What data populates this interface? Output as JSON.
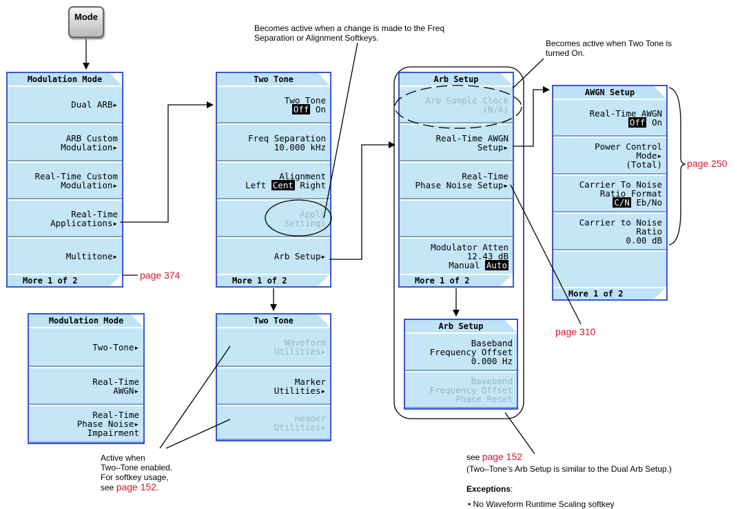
{
  "mode_button": {
    "label": "Mode"
  },
  "panels": {
    "modulation_mode": {
      "title": "Modulation Mode",
      "keys": [
        {
          "lines": [
            "Dual ARB▸"
          ]
        },
        {
          "lines": [
            "ARB Custom",
            "Modulation▸"
          ]
        },
        {
          "lines": [
            "Real-Time Custom",
            "Modulation▸"
          ]
        },
        {
          "lines": [
            "Real-Time",
            "Applications▸"
          ]
        },
        {
          "lines": [
            "Multitone▸"
          ]
        }
      ],
      "footer": "More 1 of 2"
    },
    "modulation_mode_2": {
      "title": "Modulation Mode",
      "keys": [
        {
          "lines": [
            "Two-Tone▸"
          ]
        },
        {
          "lines": [
            "Real-Time",
            "AWGN▸"
          ]
        },
        {
          "lines": [
            "Real-Time",
            "Phase Noise▸",
            "Impairment"
          ]
        }
      ]
    },
    "two_tone": {
      "title": "Two Tone",
      "keys": {
        "two_tone": {
          "line1": "Two Tone",
          "off": "Off",
          "on": "On"
        },
        "freq_sep": {
          "line1": "Freq Separation",
          "line2": "10.000 kHz"
        },
        "alignment": {
          "line1": "Alignment",
          "left": "Left",
          "cent": "Cent",
          "right": "Right"
        },
        "apply": {
          "line1": "Apply",
          "line2": "Settings"
        },
        "arb_setup": {
          "line1": "Arb Setup▸"
        }
      },
      "footer": "More 1 of 2"
    },
    "two_tone_2": {
      "title": "Two Tone",
      "keys": [
        {
          "lines": [
            "Waveform",
            "Utilities▸"
          ],
          "dim": true
        },
        {
          "lines": [
            "Marker",
            "Utilities▸"
          ],
          "dim": false
        },
        {
          "lines": [
            "Header",
            "Utilities▸"
          ],
          "dim": true
        }
      ]
    },
    "arb_setup": {
      "title": "Arb Setup",
      "keys": {
        "sample_clock": {
          "line1": "Arb Sample Clock",
          "line2": "(N/A)"
        },
        "awgn_setup": {
          "line1": "Real-Time AWGN",
          "line2": "Setup▸"
        },
        "phase_noise": {
          "line1": "Real-Time",
          "line2": "Phase Noise Setup▸"
        },
        "atten": {
          "line1": "Modulator Atten",
          "line2": "12.43 dB",
          "manual": "Manual",
          "auto": "Auto"
        }
      },
      "footer": "More 1 of 2"
    },
    "arb_setup_2": {
      "title": "Arb Setup",
      "keys": [
        {
          "lines": [
            "Baseband",
            "Frequency Offset",
            "0.000 Hz"
          ],
          "dim": false
        },
        {
          "lines": [
            "Baseband",
            "Frequency Offset",
            "Phase Reset"
          ],
          "dim": true
        }
      ]
    },
    "awgn_setup": {
      "title": "AWGN Setup",
      "keys": {
        "rt_awgn": {
          "line1": "Real-Time AWGN",
          "off": "Off",
          "on": "On"
        },
        "power": {
          "line1": "Power Control",
          "line2": "Mode▸",
          "line3": "(Total)"
        },
        "cn_format": {
          "line1": "Carrier To Noise",
          "line2": "Ratio Format",
          "cn": "C/N",
          "ebno": "Eb/No"
        },
        "cn_ratio": {
          "line1": "Carrier to Noise",
          "line2": "Ratio",
          "line3": "0.00 dB"
        }
      },
      "footer": "More 1 of 2"
    }
  },
  "annotations": {
    "freq_sep_note": "Becomes active when a change is made to the Freq\nSeparation or Alignment Softkeys.",
    "two_tone_on_note": "Becomes active when Two Tone is\nturned On.",
    "active_when": "Active when\nTwo–Tone enabled.\nFor softkey usage,\nsee ",
    "active_when_ref": "page 152",
    "active_when_end": ".",
    "see_label": "see ",
    "see_ref": "page 152",
    "similar_note": "(Two–Tone’s Arb Setup is similar to the Dual Arb Setup.)",
    "exceptions_label": "Exceptions",
    "exceptions_colon": ":",
    "exception_item": "• No Waveform Runtime Scaling softkey"
  },
  "page_refs": {
    "p374": "page 374",
    "p250": "page 250",
    "p310": "page 310"
  },
  "colors": {
    "panel_bg": "#bfe3f5",
    "panel_border": "#3a56d4",
    "ref_red": "#d9142b"
  }
}
